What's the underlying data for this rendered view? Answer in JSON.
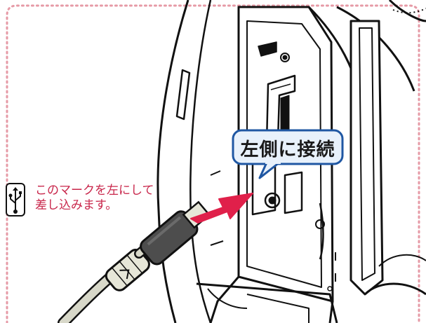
{
  "callout": {
    "text": "左側に接続"
  },
  "instruction": {
    "line1": "このマークを左にして",
    "line2": "差し込みます。"
  },
  "icons": {
    "usb": "usb-symbol-icon",
    "arrow": "insert-direction-arrow"
  },
  "colors": {
    "accent": "#c8254a",
    "arrow": "#e0204a",
    "callout_border": "#1f57a3",
    "callout_fill": "#e8f1fb",
    "frame_dots": "#e69aa6"
  }
}
